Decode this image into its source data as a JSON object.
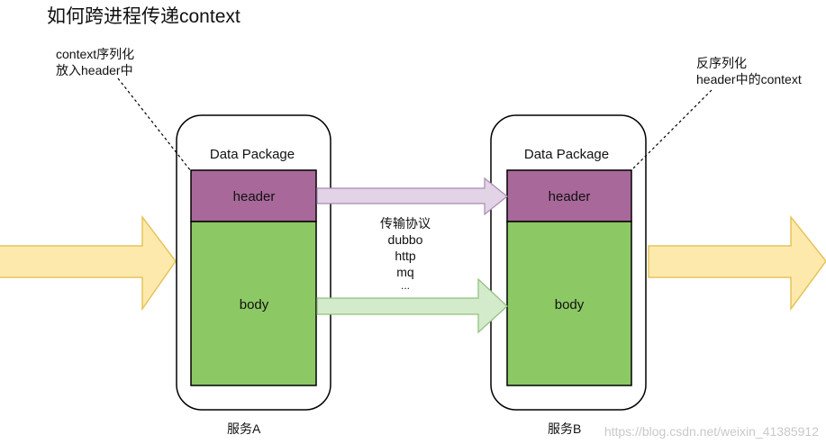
{
  "title": "如何跨进程传递context",
  "note_left": [
    "context序列化",
    "放入header中"
  ],
  "note_right": [
    "反序列化",
    "header中的context"
  ],
  "service_a": {
    "box_title": "Data Package",
    "header_label": "header",
    "body_label": "body",
    "name": "服务A"
  },
  "service_b": {
    "box_title": "Data Package",
    "header_label": "header",
    "body_label": "body",
    "name": "服务B"
  },
  "protocol": [
    "传输协议",
    "dubbo",
    "http",
    "mq",
    "..."
  ],
  "watermark": "https://blog.csdn.net/weixin_41385912",
  "colors": {
    "header_fill": "#a8689a",
    "body_fill": "#8cc864",
    "header_arrow_fill": "#e2d3e6",
    "body_arrow_fill": "#d4ebcb",
    "side_arrow_fill": "#fde9ac",
    "side_arrow_stroke": "#e6c35a"
  }
}
